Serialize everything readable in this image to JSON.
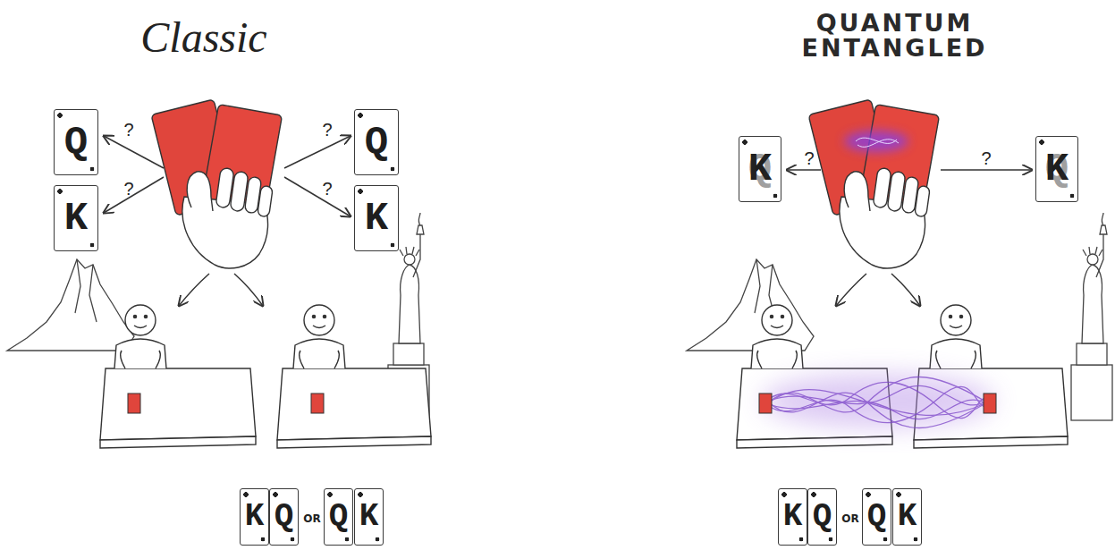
{
  "diagram": {
    "nodes": [
      {
        "text": [
          "Q"
        ]
      },
      {
        "text": [
          "K"
        ]
      },
      {
        "text": [
          "Q"
        ]
      },
      {
        "text": [
          "K"
        ]
      },
      {
        "text": [
          "K"
        ]
      },
      {
        "text": [
          "Q"
        ]
      },
      {
        "text": [
          "Q"
        ]
      },
      {
        "text": [
          "K"
        ]
      },
      {
        "text": [
          "K",
          "Q"
        ]
      },
      {
        "text": [
          "K",
          "Q"
        ]
      },
      {
        "text": [
          "K"
        ]
      },
      {
        "text": [
          "Q"
        ]
      },
      {
        "text": [
          "Q"
        ]
      },
      {
        "text": [
          "K"
        ]
      }
    ],
    "labels": [
      "Classic",
      "?",
      "?",
      "?",
      "?",
      "OR",
      "QUANTUM ENTANGLED",
      "?",
      "?",
      "OR"
    ]
  }
}
